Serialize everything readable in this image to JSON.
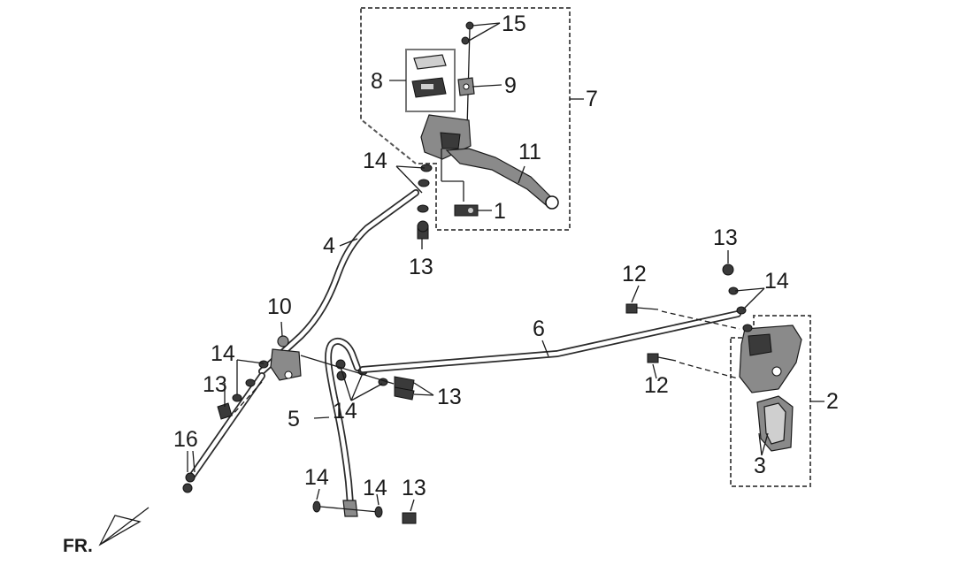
{
  "diagram": {
    "orientation_label": "FR.",
    "callouts": {
      "c1": "1",
      "c2": "2",
      "c3": "3",
      "c4": "4",
      "c5": "5",
      "c6": "6",
      "c7": "7",
      "c8": "8",
      "c9": "9",
      "c10": "10",
      "c11": "11",
      "c12a": "12",
      "c12b": "12",
      "c13a": "13",
      "c13b": "13",
      "c13c": "13",
      "c13d": "13",
      "c13e": "13",
      "c14a": "14",
      "c14b": "14",
      "c14c": "14",
      "c14d": "14",
      "c14e": "14",
      "c14f": "14",
      "c15": "15",
      "c16": "16"
    }
  }
}
